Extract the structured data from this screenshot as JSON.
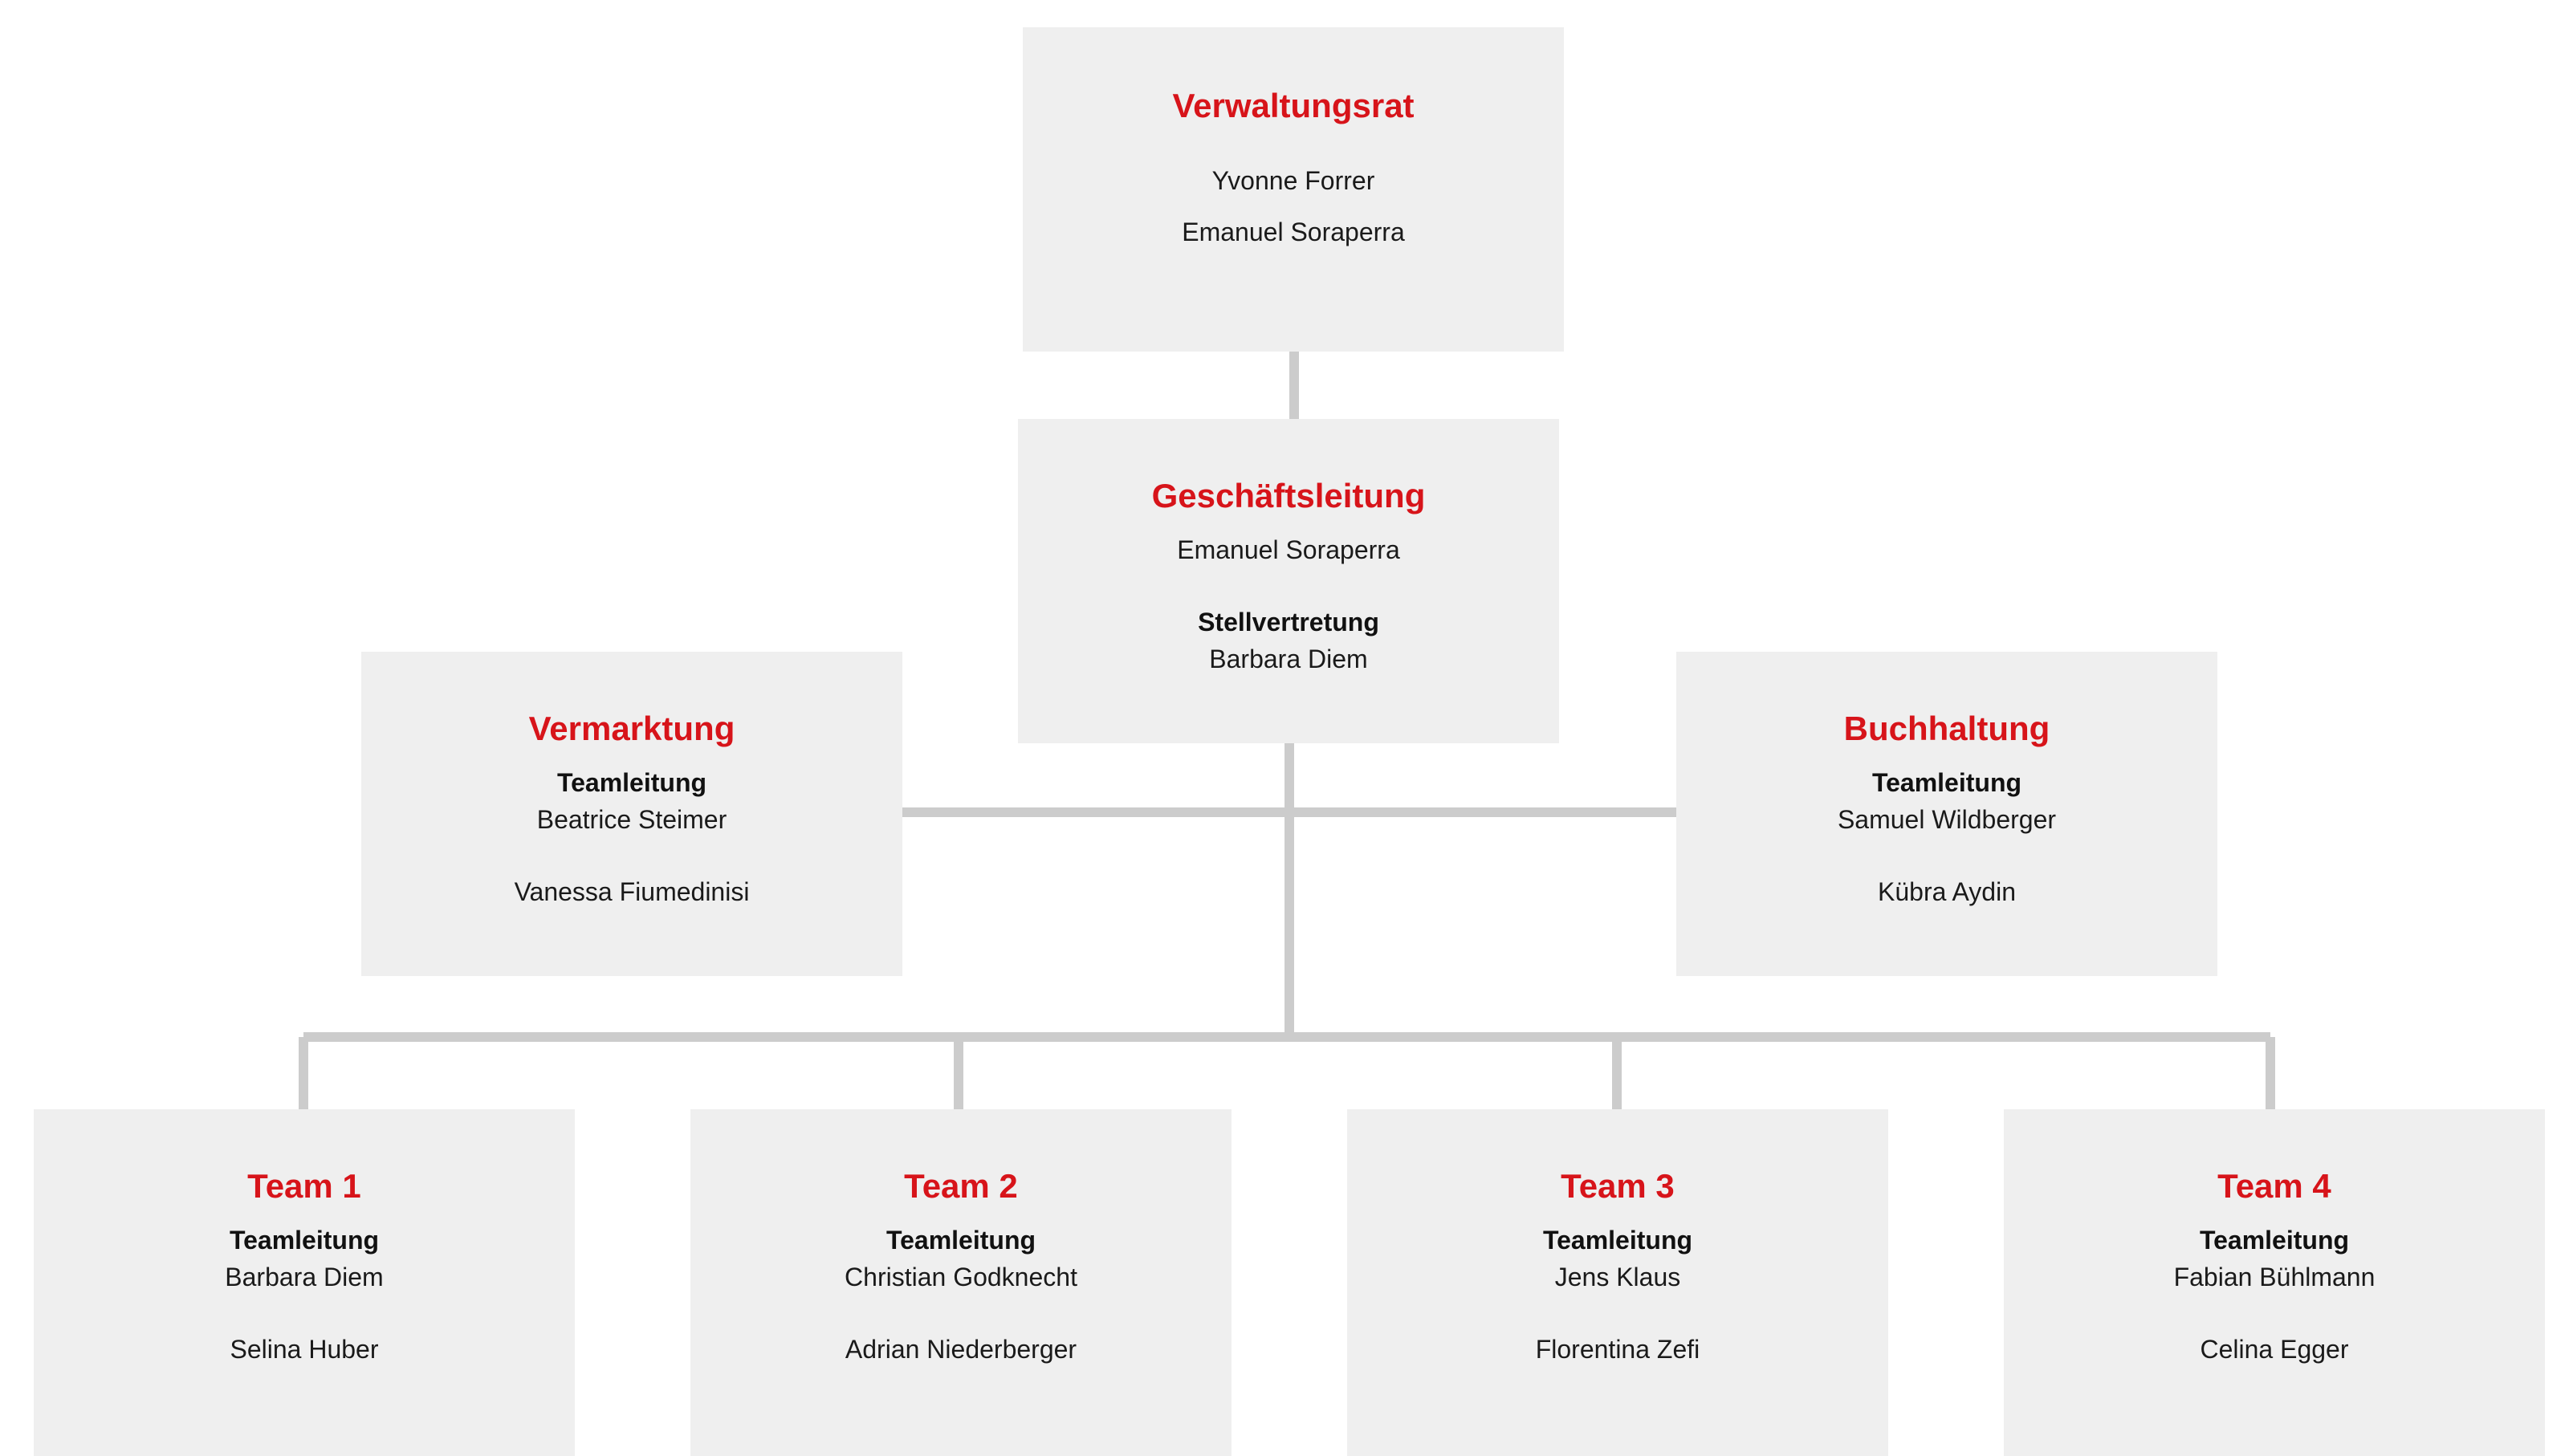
{
  "colors": {
    "title": "#d7141a",
    "box_bg": "#efefef",
    "connector": "#cccccc",
    "text": "#1a1a1a"
  },
  "verwaltungsrat": {
    "title": "Verwaltungsrat",
    "members": [
      "Yvonne Forrer",
      "Emanuel Soraperra"
    ]
  },
  "geschaeftsleitung": {
    "title": "Geschäftsleitung",
    "lead": "Emanuel Soraperra",
    "deputy_label": "Stellvertretung",
    "deputy": "Barbara Diem"
  },
  "vermarktung": {
    "title": "Vermarktung",
    "lead_label": "Teamleitung",
    "lead": "Beatrice Steimer",
    "member": "Vanessa Fiumedinisi"
  },
  "buchhaltung": {
    "title": "Buchhaltung",
    "lead_label": "Teamleitung",
    "lead": "Samuel Wildberger",
    "member": "Kübra Aydin"
  },
  "teams": [
    {
      "title": "Team 1",
      "lead_label": "Teamleitung",
      "lead": "Barbara Diem",
      "member": "Selina Huber"
    },
    {
      "title": "Team 2",
      "lead_label": "Teamleitung",
      "lead": "Christian Godknecht",
      "member": "Adrian Niederberger"
    },
    {
      "title": "Team 3",
      "lead_label": "Teamleitung",
      "lead": "Jens Klaus",
      "member": "Florentina Zefi"
    },
    {
      "title": "Team 4",
      "lead_label": "Teamleitung",
      "lead": "Fabian Bühlmann",
      "member": "Celina Egger"
    }
  ]
}
